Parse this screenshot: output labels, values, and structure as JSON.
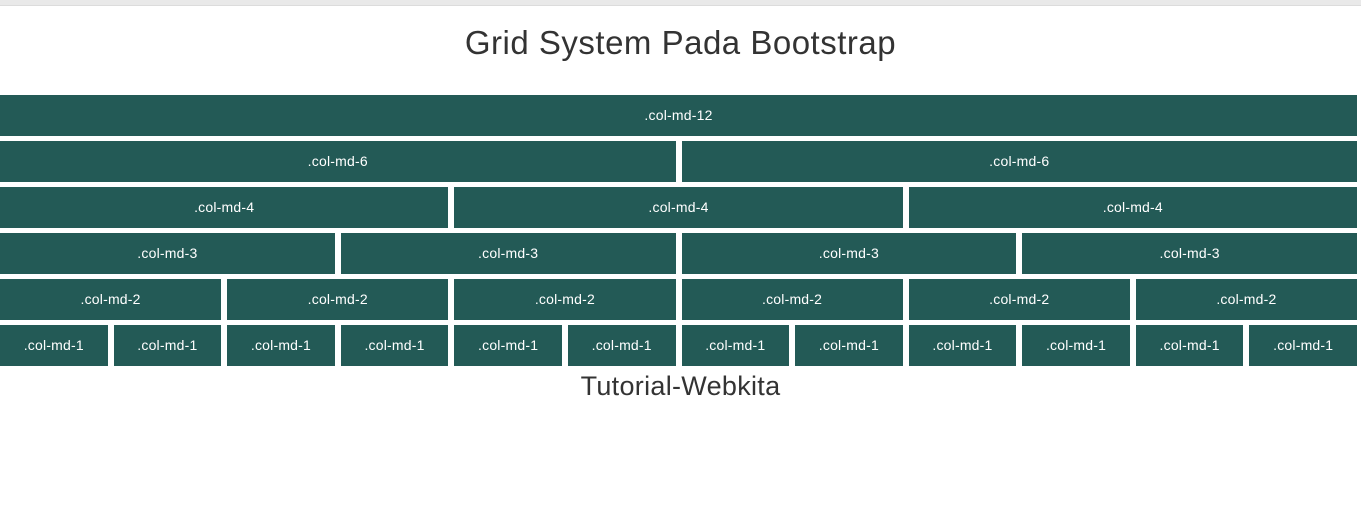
{
  "header": {
    "title": "Grid System Pada Bootstrap"
  },
  "footer": {
    "title": "Tutorial-Webkita"
  },
  "colors": {
    "cell_background": "#235A56",
    "cell_text": "#FFFFFF",
    "heading_text": "#333333",
    "top_strip": "#E9E9E9"
  },
  "grid": {
    "rows": [
      {
        "name": "row-md-12",
        "cells": [
          {
            "span": 12,
            "label": ".col-md-12"
          }
        ]
      },
      {
        "name": "row-md-6",
        "cells": [
          {
            "span": 6,
            "label": ".col-md-6"
          },
          {
            "span": 6,
            "label": ".col-md-6"
          }
        ]
      },
      {
        "name": "row-md-4",
        "cells": [
          {
            "span": 4,
            "label": ".col-md-4"
          },
          {
            "span": 4,
            "label": ".col-md-4"
          },
          {
            "span": 4,
            "label": ".col-md-4"
          }
        ]
      },
      {
        "name": "row-md-3",
        "cells": [
          {
            "span": 3,
            "label": ".col-md-3"
          },
          {
            "span": 3,
            "label": ".col-md-3"
          },
          {
            "span": 3,
            "label": ".col-md-3"
          },
          {
            "span": 3,
            "label": ".col-md-3"
          }
        ]
      },
      {
        "name": "row-md-2",
        "cells": [
          {
            "span": 2,
            "label": ".col-md-2"
          },
          {
            "span": 2,
            "label": ".col-md-2"
          },
          {
            "span": 2,
            "label": ".col-md-2"
          },
          {
            "span": 2,
            "label": ".col-md-2"
          },
          {
            "span": 2,
            "label": ".col-md-2"
          },
          {
            "span": 2,
            "label": ".col-md-2"
          }
        ]
      },
      {
        "name": "row-md-1",
        "cells": [
          {
            "span": 1,
            "label": ".col-md-1"
          },
          {
            "span": 1,
            "label": ".col-md-1"
          },
          {
            "span": 1,
            "label": ".col-md-1"
          },
          {
            "span": 1,
            "label": ".col-md-1"
          },
          {
            "span": 1,
            "label": ".col-md-1"
          },
          {
            "span": 1,
            "label": ".col-md-1"
          },
          {
            "span": 1,
            "label": ".col-md-1"
          },
          {
            "span": 1,
            "label": ".col-md-1"
          },
          {
            "span": 1,
            "label": ".col-md-1"
          },
          {
            "span": 1,
            "label": ".col-md-1"
          },
          {
            "span": 1,
            "label": ".col-md-1"
          },
          {
            "span": 1,
            "label": ".col-md-1"
          }
        ]
      }
    ]
  }
}
